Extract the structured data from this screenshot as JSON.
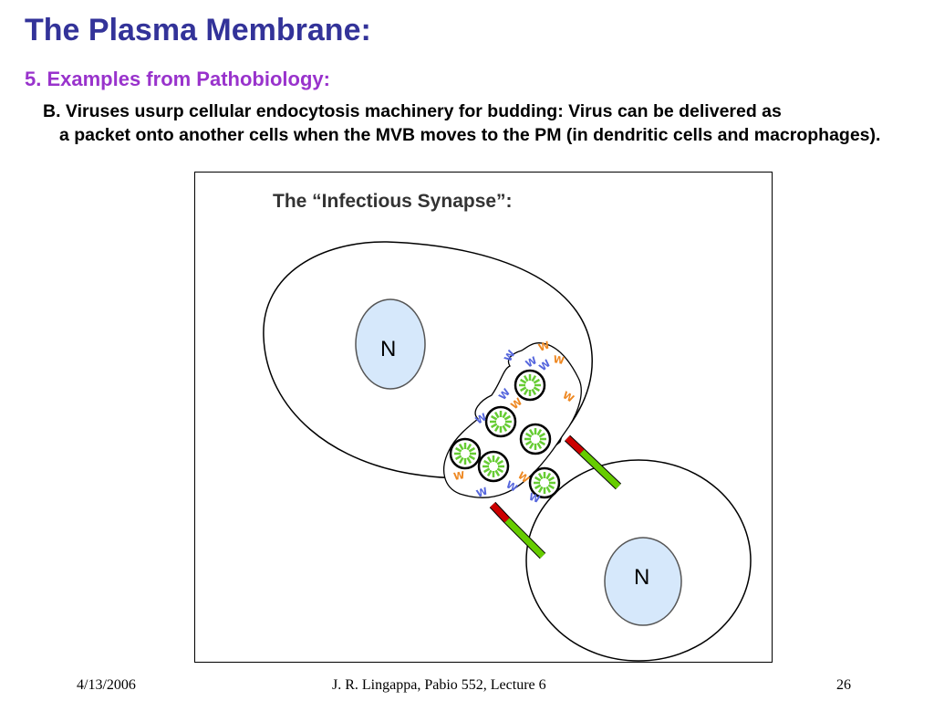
{
  "slide": {
    "title": "The Plasma Membrane:",
    "subtitle": "5.  Examples from Pathobiology:",
    "body_first": "B.  Viruses usurp cellular endocytosis machinery for budding:  Virus can be delivered as",
    "body_rest": "a packet onto another cells when the MVB moves to the PM (in dendritic cells and macrophages)."
  },
  "figure": {
    "title": "The “Infectious Synapse”:",
    "nucleus_label_1": "N",
    "nucleus_label_2": "N"
  },
  "colors": {
    "title": "#333399",
    "subtitle": "#9933cc",
    "nucleus_fill": "#d6e8fb",
    "virus_green": "#66cc33",
    "receptor_green": "#66cc00",
    "receptor_red": "#cc0000",
    "spike_blue": "#5566dd",
    "spike_orange": "#ee8822"
  },
  "footer": {
    "date": "4/13/2006",
    "center": "J. R. Lingappa, Pabio 552, Lecture 6",
    "page": "26"
  }
}
